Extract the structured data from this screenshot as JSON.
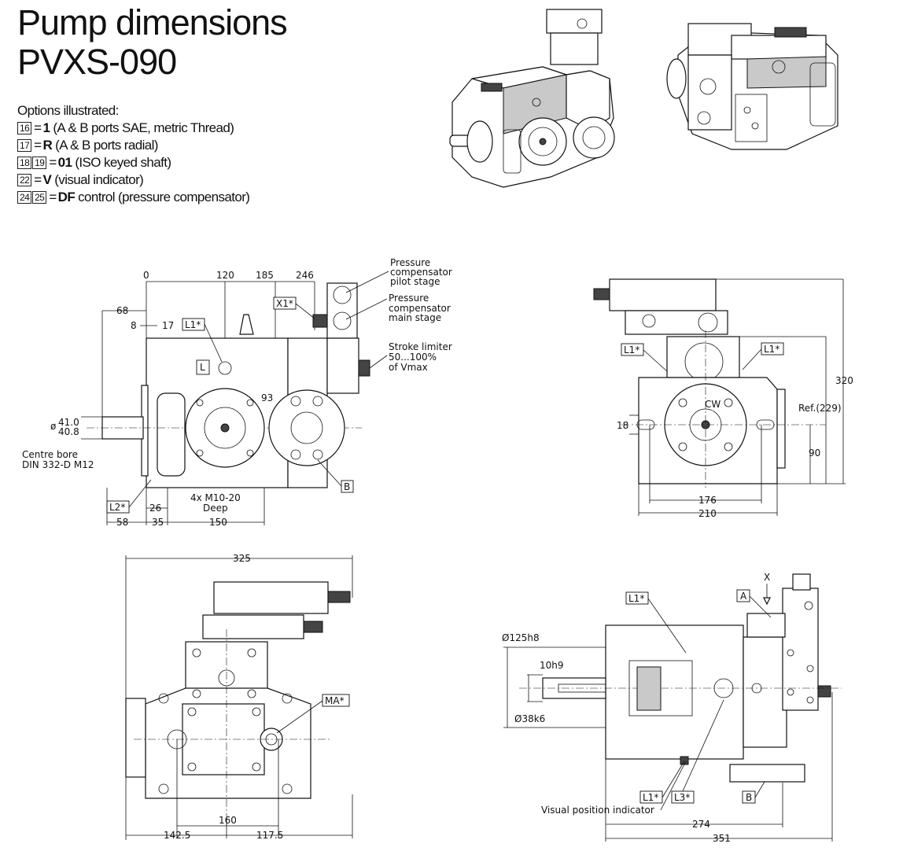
{
  "title": {
    "line1": "Pump dimensions",
    "line2": "PVXS-090"
  },
  "options": {
    "heading": "Options illustrated:",
    "items": [
      {
        "boxes": [
          "16"
        ],
        "code": "1",
        "text": "(A & B ports SAE,  metric Thread)"
      },
      {
        "boxes": [
          "17"
        ],
        "code": "R",
        "text": "(A & B ports radial)"
      },
      {
        "boxes": [
          "18",
          "19"
        ],
        "code": "01",
        "text": "(ISO keyed shaft)"
      },
      {
        "boxes": [
          "22"
        ],
        "code": "V",
        "text": "(visual indicator)"
      },
      {
        "boxes": [
          "24",
          "25"
        ],
        "code": "DF",
        "text": "control (pressure  compensator)"
      }
    ],
    "equals": "="
  },
  "side_view": {
    "dims_top": [
      "0",
      "120",
      "185",
      "246"
    ],
    "dim_68": "68",
    "dim_8": "8",
    "dim_17": "17",
    "dim_93": "93",
    "shaft_dia_top": "41.0",
    "shaft_dia_bottom": "40.8",
    "shaft_dia_symbol": "ø",
    "centre_bore_1": "Centre bore",
    "centre_bore_2": "DIN 332-D M12",
    "dims_bottom": [
      "58",
      "26",
      "35",
      "150"
    ],
    "tap_1": "4x M10-20",
    "tap_2": "Deep",
    "labels": {
      "L1": "L1*",
      "L2": "L2*",
      "X1": "X1*",
      "B": "B",
      "L": "L"
    },
    "callout_pilot": [
      "Pressure",
      "compensator",
      "pilot stage"
    ],
    "callout_main": [
      "Pressure",
      "compensator",
      "main stage"
    ],
    "callout_stroke": [
      "Stroke limiter",
      "50...100%",
      "of Vmax"
    ]
  },
  "front_view": {
    "L1_left": "L1*",
    "L1_right": "L1*",
    "cw": "CW",
    "dim_320": "320",
    "dim_ref": "Ref.(229)",
    "dim_90": "90",
    "dim_18": "18",
    "dim_176": "176",
    "dim_210": "210"
  },
  "top_view": {
    "dim_325": "325",
    "MA": "MA*",
    "dim_160": "160",
    "dim_142": "142.5",
    "dim_117": "117.5"
  },
  "bottom_view": {
    "L1_top": "L1*",
    "A": "A",
    "X": "X",
    "dim_125": "Ø125h8",
    "dim_10": "10h9",
    "dim_38": "Ø38k6",
    "L1_bottom": "L1*",
    "L3": "L3*",
    "B": "B",
    "visual_indicator": "Visual position indicator",
    "dim_274": "274",
    "dim_351": "351"
  },
  "colors": {
    "ink": "#111111",
    "background": "#ffffff",
    "shade": "#c9c9c9"
  }
}
